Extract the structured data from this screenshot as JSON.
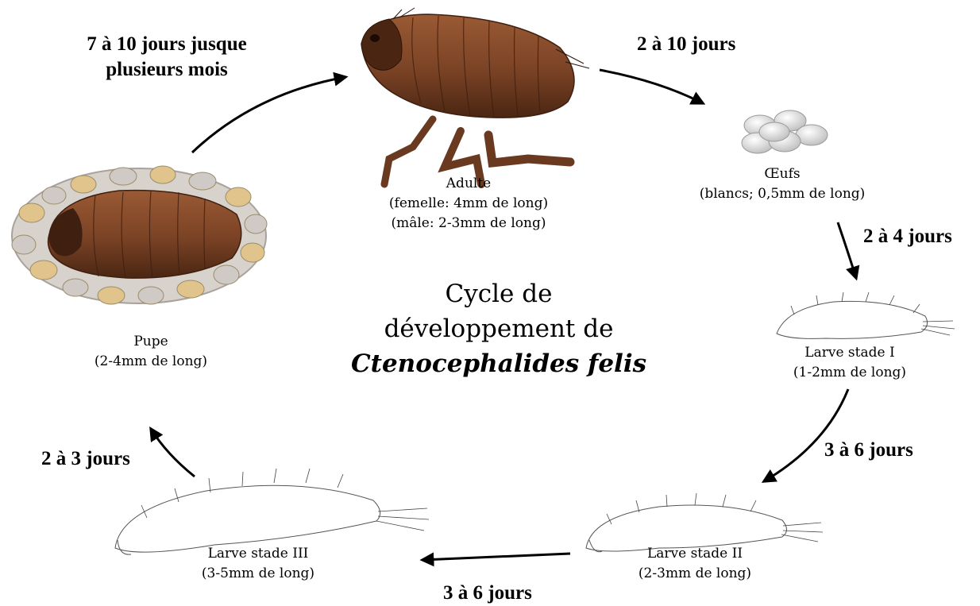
{
  "title": {
    "line1": "Cycle de",
    "line2": "développement de",
    "species": "Ctenocephalides felis"
  },
  "stages": {
    "adult": {
      "name": "Adulte",
      "female_size": "(femelle: 4mm de long)",
      "male_size": "(mâle: 2-3mm de long)"
    },
    "eggs": {
      "name": "Œufs",
      "detail": "(blancs; 0,5mm de long)"
    },
    "larva1": {
      "name": "Larve stade I",
      "size": "(1-2mm de long)"
    },
    "larva2": {
      "name": "Larve stade II",
      "size": "(2-3mm de long)"
    },
    "larva3": {
      "name": "Larve stade III",
      "size": "(3-5mm de long)"
    },
    "pupa": {
      "name": "Pupe",
      "size": "(2-4mm de long)"
    }
  },
  "durations": {
    "adult_to_eggs": "2 à 10 jours",
    "eggs_to_larva1": "2 à 4 jours",
    "larva1_to_larva2": "3 à 6 jours",
    "larva2_to_larva3": "3 à 6 jours",
    "larva3_to_pupa": "2 à 3 jours",
    "pupa_to_adult_line1": "7 à 10 jours jusque",
    "pupa_to_adult_line2": "plusieurs mois"
  },
  "colors": {
    "flea_body": "#7a4225",
    "flea_dark": "#3f1f10",
    "flea_light": "#a8653c",
    "egg": "#ececec",
    "cocoon_tan": "#e0c48c",
    "cocoon_grey": "#cfcac6",
    "arrow": "#000000"
  }
}
